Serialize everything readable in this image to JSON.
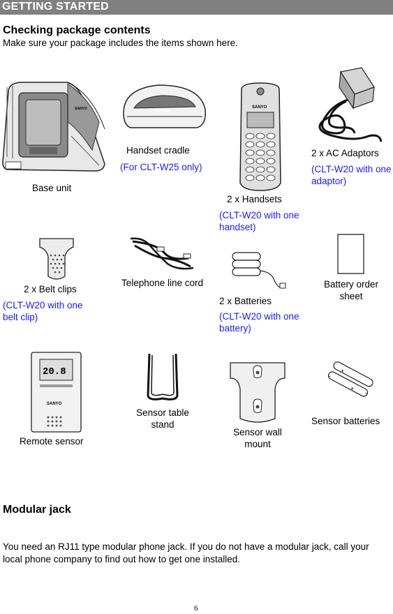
{
  "header": {
    "section_title": "GETTING STARTED",
    "bar_color": "#808080"
  },
  "package": {
    "heading": "Checking package contents",
    "intro": "Make sure your package includes the items shown here.",
    "items": {
      "base_unit": {
        "label": "Base unit",
        "icon": "base-unit-icon"
      },
      "handset_cradle": {
        "label": "Handset cradle",
        "note": "(For CLT-W25 only)",
        "icon": "handset-cradle-icon"
      },
      "handsets": {
        "label": "2 x Handsets",
        "note": "(CLT-W20 with one handset)",
        "icon": "handset-icon"
      },
      "ac_adaptors": {
        "label": "2 x AC Adaptors",
        "note": "(CLT-W20 with one adaptor)",
        "icon": "ac-adaptor-icon"
      },
      "belt_clips": {
        "label": "2 x Belt clips",
        "note": "(CLT-W20 with one belt clip)",
        "icon": "belt-clip-icon"
      },
      "telephone_cord": {
        "label": "Telephone line cord",
        "icon": "telephone-cord-icon"
      },
      "batteries": {
        "label": "2 x Batteries",
        "note": "(CLT-W20 with one battery)",
        "icon": "battery-pack-icon"
      },
      "battery_order_sheet": {
        "label": "Battery order sheet",
        "icon": "order-sheet-icon"
      },
      "remote_sensor": {
        "label": "Remote sensor",
        "icon": "remote-sensor-icon"
      },
      "sensor_table_stand": {
        "label": "Sensor table stand",
        "icon": "table-stand-icon"
      },
      "sensor_wall_mount": {
        "label": "Sensor wall mount",
        "icon": "wall-mount-icon"
      },
      "sensor_batteries": {
        "label": "Sensor batteries",
        "icon": "aa-batteries-icon"
      }
    },
    "note_color": "#1a1aff",
    "brand_text": "SANYO"
  },
  "modular_jack": {
    "heading": "Modular jack",
    "body": "You need an RJ11 type modular phone jack. If you do not have a modular jack, call your local phone company to find out how to get one installed."
  },
  "footer": {
    "page_number": "6"
  }
}
